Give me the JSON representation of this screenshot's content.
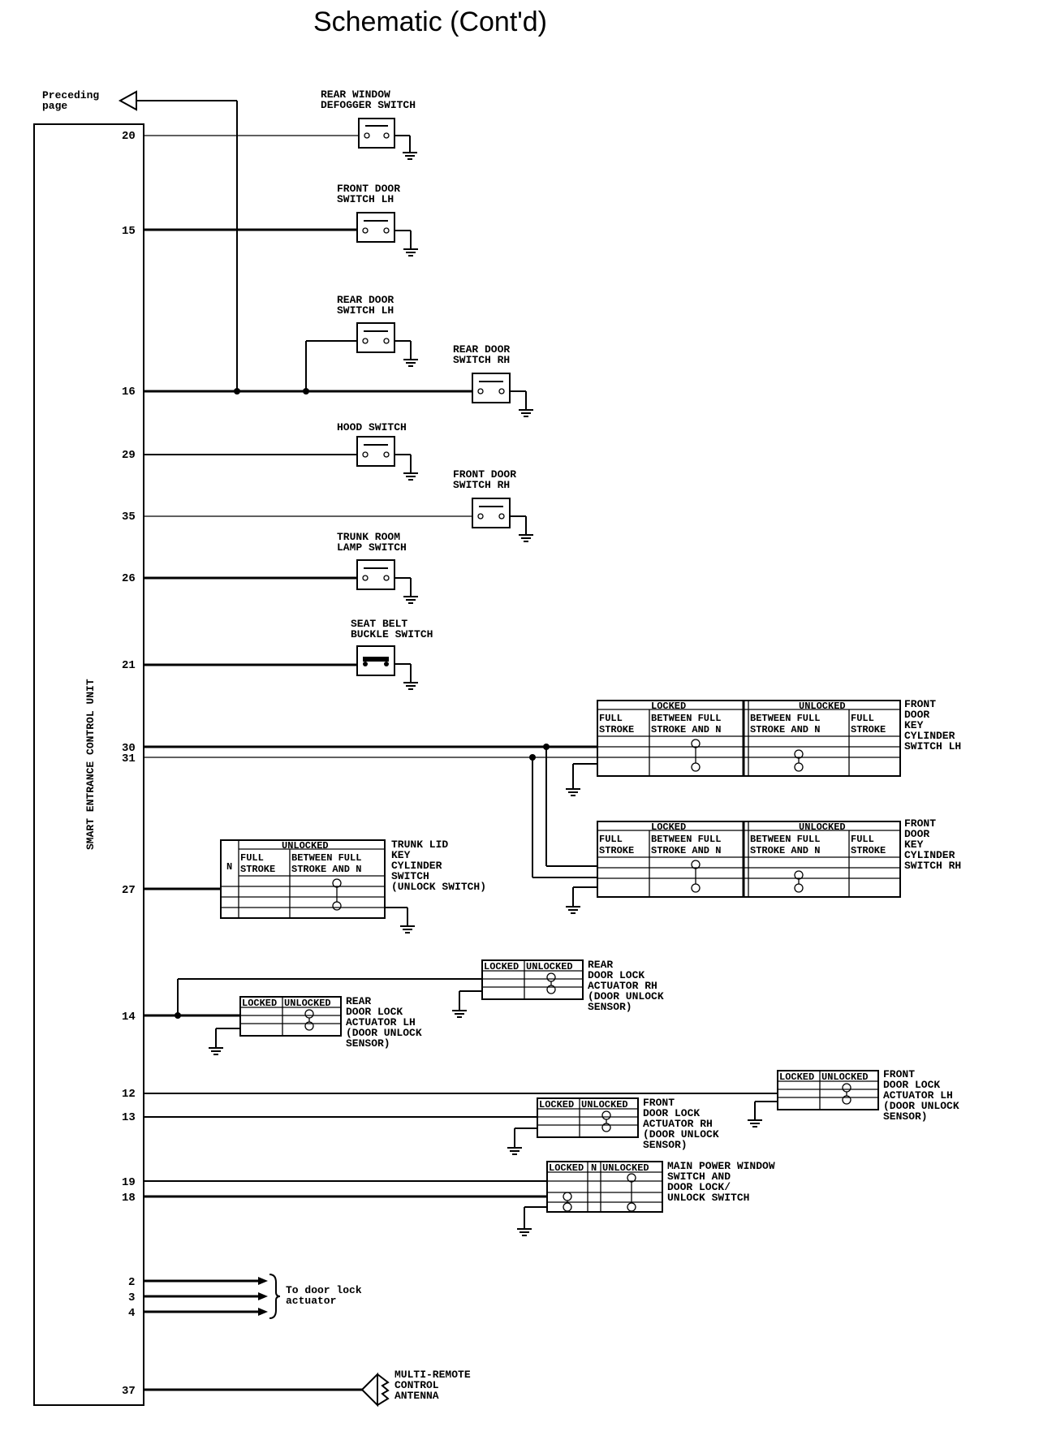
{
  "title": "Schematic (Cont'd)",
  "unit": {
    "name": "SMART ENTRANCE CONTROL UNIT",
    "preceding_line1": "Preceding",
    "preceding_line2": "page"
  },
  "pins": [
    "20",
    "15",
    "16",
    "29",
    "35",
    "26",
    "21",
    "30",
    "31",
    "27",
    "14",
    "12",
    "13",
    "19",
    "18",
    "2",
    "3",
    "4",
    "37"
  ],
  "switches": [
    {
      "line1": "REAR WINDOW",
      "line2": "DEFOGGER SWITCH"
    },
    {
      "line1": "FRONT DOOR",
      "line2": "SWITCH LH"
    },
    {
      "line1": "REAR DOOR",
      "line2": "SWITCH LH"
    },
    {
      "line1": "REAR DOOR",
      "line2": "SWITCH RH"
    },
    {
      "line1": "HOOD SWITCH",
      "line2": ""
    },
    {
      "line1": "FRONT DOOR",
      "line2": "SWITCH RH"
    },
    {
      "line1": "TRUNK ROOM",
      "line2": "LAMP SWITCH"
    },
    {
      "line1": "SEAT BELT",
      "line2": "BUCKLE SWITCH"
    }
  ],
  "key_cylinder_lh": {
    "locked": "LOCKED",
    "unlocked": "UNLOCKED",
    "c1a": "FULL",
    "c1b": "STROKE",
    "c2a": "BETWEEN FULL",
    "c2b": "STROKE AND N",
    "c3a": "BETWEEN FULL",
    "c3b": "STROKE AND N",
    "c4a": "FULL",
    "c4b": "STROKE",
    "l1": "FRONT",
    "l2": "DOOR",
    "l3": "KEY",
    "l4": "CYLINDER",
    "l5": "SWITCH LH"
  },
  "key_cylinder_rh": {
    "locked": "LOCKED",
    "unlocked": "UNLOCKED",
    "c1a": "FULL",
    "c1b": "STROKE",
    "c2a": "BETWEEN FULL",
    "c2b": "STROKE AND N",
    "c3a": "BETWEEN FULL",
    "c3b": "STROKE AND N",
    "c4a": "FULL",
    "c4b": "STROKE",
    "l1": "FRONT",
    "l2": "DOOR",
    "l3": "KEY",
    "l4": "CYLINDER",
    "l5": "SWITCH RH"
  },
  "trunk_cylinder": {
    "unlocked": "UNLOCKED",
    "n": "N",
    "c1a": "FULL",
    "c1b": "STROKE",
    "c2a": "BETWEEN FULL",
    "c2b": "STROKE AND N",
    "l1": "TRUNK LID",
    "l2": "KEY",
    "l3": "CYLINDER",
    "l4": "SWITCH",
    "l5": "(UNLOCK SWITCH)"
  },
  "rear_actuator_rh": {
    "locked": "LOCKED",
    "unlocked": "UNLOCKED",
    "l1": "REAR",
    "l2": "DOOR LOCK",
    "l3": "ACTUATOR RH",
    "l4": "(DOOR UNLOCK",
    "l5": "SENSOR)"
  },
  "rear_actuator_lh": {
    "locked": "LOCKED",
    "unlocked": "UNLOCKED",
    "l1": "REAR",
    "l2": "DOOR LOCK",
    "l3": "ACTUATOR LH",
    "l4": "(DOOR UNLOCK",
    "l5": "SENSOR)"
  },
  "front_actuator_lh": {
    "locked": "LOCKED",
    "unlocked": "UNLOCKED",
    "l1": "FRONT",
    "l2": "DOOR LOCK",
    "l3": "ACTUATOR LH",
    "l4": "(DOOR UNLOCK",
    "l5": "SENSOR)"
  },
  "front_actuator_rh": {
    "locked": "LOCKED",
    "unlocked": "UNLOCKED",
    "l1": "FRONT",
    "l2": "DOOR LOCK",
    "l3": "ACTUATOR RH",
    "l4": "(DOOR UNLOCK",
    "l5": "SENSOR)"
  },
  "power_window": {
    "locked": "LOCKED",
    "n": "N",
    "unlocked": "UNLOCKED",
    "l1": "MAIN POWER WINDOW",
    "l2": "SWITCH AND",
    "l3": "DOOR LOCK/",
    "l4": "UNLOCK SWITCH"
  },
  "door_lock_actuator": {
    "l1": "To door lock",
    "l2": "actuator"
  },
  "antenna": {
    "l1": "MULTI-REMOTE",
    "l2": "CONTROL",
    "l3": "ANTENNA"
  }
}
